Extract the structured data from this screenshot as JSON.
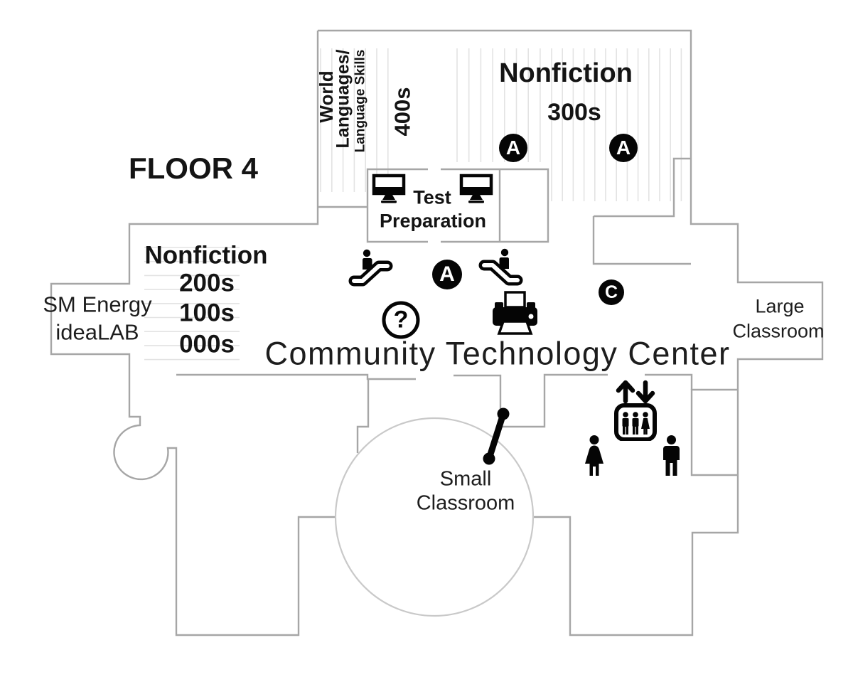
{
  "floor_title": "FLOOR 4",
  "rooms": {
    "world_languages": {
      "lines": [
        "World",
        "Languages/",
        "Language Skills"
      ],
      "dewey": "400s"
    },
    "nonfiction_north": {
      "name": "Nonfiction",
      "dewey": "300s"
    },
    "test_preparation": {
      "lines": [
        "Test",
        "Preparation"
      ]
    },
    "nonfiction_west": {
      "name": "Nonfiction",
      "dewey": [
        "200s",
        "100s",
        "000s"
      ]
    },
    "sm_energy_idealab": {
      "lines": [
        "SM Energy",
        "ideaLAB"
      ]
    },
    "large_classroom": {
      "lines": [
        "Large",
        "Classroom"
      ]
    },
    "small_classroom": {
      "lines": [
        "Small",
        "Classroom"
      ]
    },
    "community_technology_center": {
      "name": "Community Technology Center"
    }
  },
  "markers": {
    "a_north_left": "A",
    "a_north_right": "A",
    "a_center": "A",
    "c_east": "C",
    "help": "?"
  },
  "colors": {
    "bg": "#ffffff",
    "ink": "#141414",
    "marker": "#050505",
    "wall": "#a6a6a6",
    "circle": "#c9c9c9",
    "shelf": "#e3e3e3"
  }
}
